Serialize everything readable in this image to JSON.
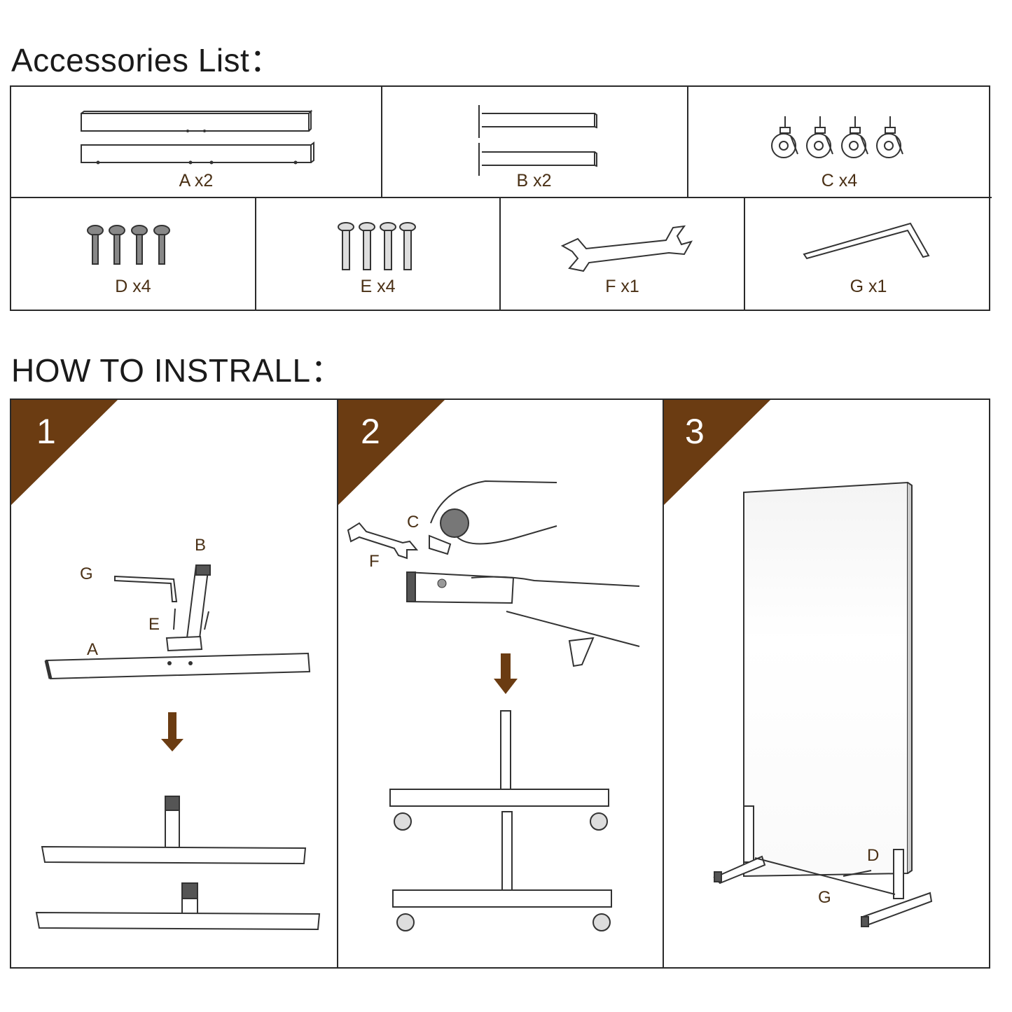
{
  "accessories": {
    "title": "Accessories List：",
    "items": [
      {
        "label": "A x2",
        "icon": "steel-tube-icon"
      },
      {
        "label": "B x2",
        "icon": "upright-bracket-icon"
      },
      {
        "label": "C x4",
        "icon": "caster-wheel-icon"
      },
      {
        "label": "D x4",
        "icon": "screw-icon"
      },
      {
        "label": "E x4",
        "icon": "bolt-icon"
      },
      {
        "label": "F x1",
        "icon": "wrench-icon"
      },
      {
        "label": "G x1",
        "icon": "hex-key-icon"
      }
    ]
  },
  "install": {
    "title": "HOW TO INSTRALL：",
    "steps": [
      {
        "number": "1",
        "labels": {
          "b": "B",
          "g": "G",
          "e": "E",
          "a": "A"
        }
      },
      {
        "number": "2",
        "labels": {
          "c": "C",
          "f": "F"
        }
      },
      {
        "number": "3",
        "labels": {
          "d": "D",
          "g": "G"
        }
      }
    ]
  },
  "colors": {
    "accent": "#6b3c12",
    "line": "#2a2a2a",
    "label": "#4a3015"
  }
}
